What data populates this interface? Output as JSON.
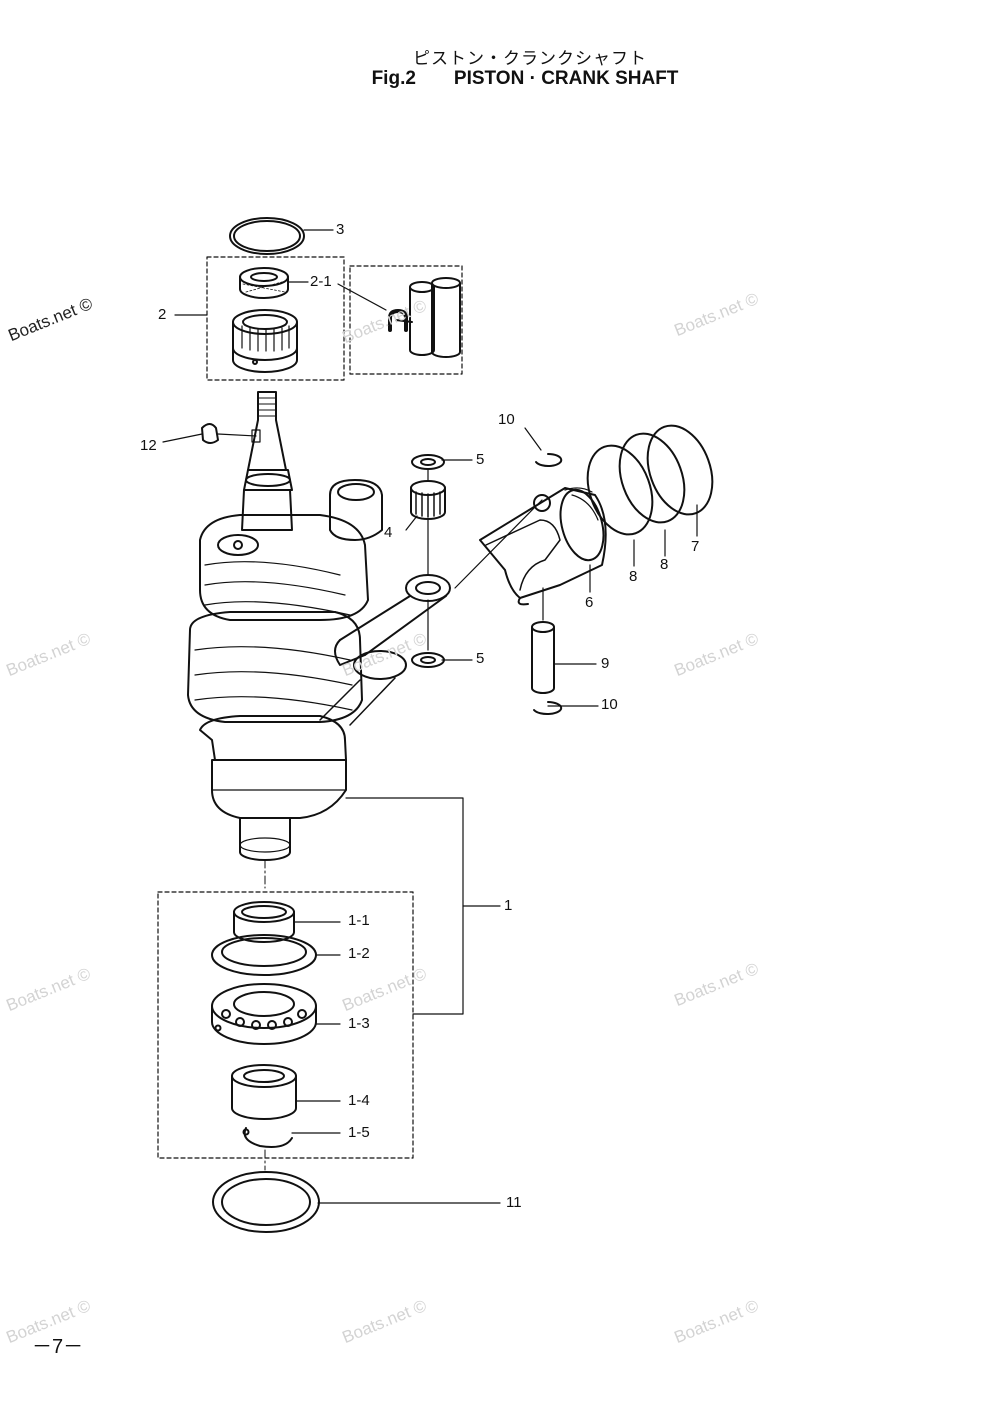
{
  "title": {
    "japanese": "ピストン・クランクシャフト",
    "fig": "Fig.2",
    "english": "PISTON · CRANK SHAFT"
  },
  "page_number": "－7－",
  "watermark": "Boats.net ©",
  "callouts": {
    "c1": "1",
    "c1_1": "1-1",
    "c1_2": "1-2",
    "c1_3": "1-3",
    "c1_4": "1-4",
    "c1_5": "1-5",
    "c2": "2",
    "c2_1": "2-1",
    "c3": "3",
    "c4": "4",
    "c5a": "5",
    "c5b": "5",
    "c6": "6",
    "c7": "7",
    "c8a": "8",
    "c8b": "8",
    "c9": "9",
    "c10a": "10",
    "c10b": "10",
    "c11": "11",
    "c12": "12"
  }
}
